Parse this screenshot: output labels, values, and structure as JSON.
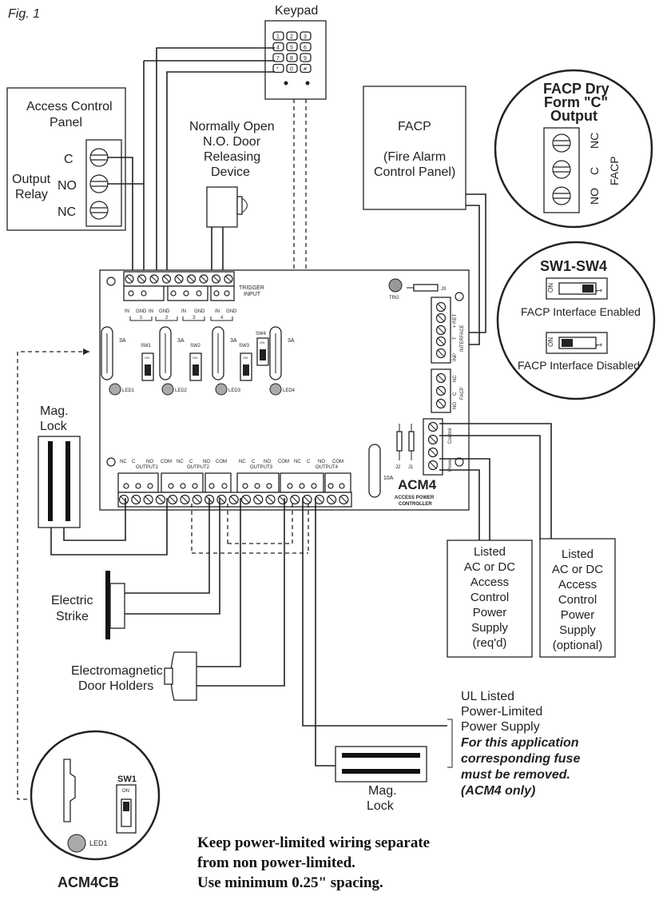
{
  "figure_label": "Fig. 1",
  "keypad": {
    "label": "Keypad",
    "keys": [
      "1",
      "2",
      "3",
      "4",
      "5",
      "6",
      "7",
      "8",
      "9",
      "*",
      "0",
      "#"
    ]
  },
  "access_control_panel": {
    "title_line1": "Access Control",
    "title_line2": "Panel",
    "output_line1": "Output",
    "output_line2": "Relay",
    "terminals": [
      "C",
      "NO",
      "NC"
    ]
  },
  "door_device": {
    "line1": "Normally Open",
    "line2": "N.O. Door",
    "line3": "Releasing",
    "line4": "Device"
  },
  "facp_box": {
    "line1": "FACP",
    "line2": "(Fire Alarm",
    "line3": "Control Panel)"
  },
  "facp_dry_callout": {
    "line1": "FACP Dry",
    "line2": "Form \"C\"",
    "line3": "Output",
    "terminals": [
      "NC",
      "C",
      "NO"
    ],
    "side_label": "FACP"
  },
  "sw_callout": {
    "title": "SW1-SW4",
    "on": "ON",
    "one": "1",
    "enabled": "FACP Interface Enabled",
    "disabled": "FACP Interface Disabled"
  },
  "board": {
    "trigger_input": [
      "TRIGGER",
      "INPUT"
    ],
    "trigger_terms": [
      "IN",
      "GND",
      "IN",
      "GND",
      "IN",
      "GND",
      "IN",
      "GND"
    ],
    "trigger_nums": [
      "1",
      "2",
      "3",
      "4"
    ],
    "trg": "TRG",
    "j3": "J3",
    "interface": [
      "+ RET",
      "–",
      "T",
      "+",
      "INP",
      "–",
      "INTERFACE"
    ],
    "facp_terms": [
      "NC",
      "C",
      "NO"
    ],
    "facp_label": "FACP",
    "fuse_3a": "3A",
    "fuse_10a": "10A",
    "switches": [
      "SW1",
      "SW2",
      "SW3",
      "SW4"
    ],
    "on": "ON",
    "leds": [
      "LED1",
      "LED2",
      "LED3",
      "LED4"
    ],
    "out_terms": [
      "NC",
      "C",
      "NO",
      "COM",
      "NC",
      "C",
      "NO",
      "COM",
      "NC",
      "C",
      "NO",
      "COM",
      "NC",
      "C",
      "NO",
      "COM"
    ],
    "outputs": [
      "OUTPUT1",
      "OUTPUT2",
      "OUTPUT3",
      "OUTPUT4"
    ],
    "control": "Control",
    "power": "Power",
    "jumpers": [
      "J2",
      "J1"
    ],
    "model": "ACM4",
    "sub1": "ACCESS POWER",
    "sub2": "CONTROLLER"
  },
  "mag_lock_left": {
    "line1": "Mag.",
    "line2": "Lock"
  },
  "electric_strike": {
    "line1": "Electric",
    "line2": "Strike"
  },
  "em_holders": {
    "line1": "Electromagnetic",
    "line2": "Door Holders"
  },
  "psu_req": {
    "lines": [
      "Listed",
      "AC or DC",
      "Access",
      "Control",
      "Power",
      "Supply",
      "(req'd)"
    ]
  },
  "psu_opt": {
    "lines": [
      "Listed",
      "AC or DC",
      "Access",
      "Control",
      "Power",
      "Supply",
      "(optional)"
    ]
  },
  "ul_supply": {
    "line1": "UL Listed",
    "line2": "Power-Limited",
    "line3": "Power Supply",
    "note1": "For this application",
    "note2": "corresponding fuse",
    "note3": "must be removed.",
    "note4": "(ACM4 only)"
  },
  "mag_lock_bottom": {
    "line1": "Mag.",
    "line2": "Lock"
  },
  "acm4cb": {
    "label": "ACM4CB",
    "sw": "SW1",
    "on": "ON",
    "led": "LED1"
  },
  "footer_note": {
    "line1": "Keep power-limited wiring separate",
    "line2": "from non power-limited.",
    "line3": "Use minimum 0.25\" spacing."
  }
}
